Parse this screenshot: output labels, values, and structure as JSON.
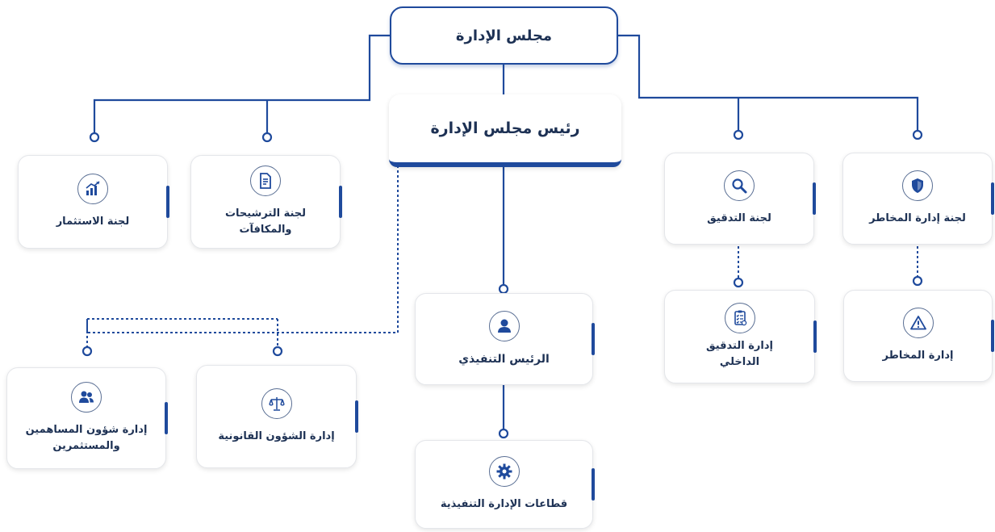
{
  "board": {
    "title": "مجلس الإدارة"
  },
  "chairman": {
    "title": "رئيس مجلس الإدارة"
  },
  "committees": {
    "investment": {
      "label": "لجنة الاستثمار",
      "icon": "chart-icon"
    },
    "nominations": {
      "label": "لجنة الترشيحات والمكافآت",
      "icon": "document-icon"
    },
    "audit": {
      "label": "لجنة التدقيق",
      "icon": "magnifier-icon"
    },
    "risk": {
      "label": "لجنة إدارة المخاطر",
      "icon": "shield-icon"
    }
  },
  "departments": {
    "ceo": {
      "label": "الرئيس التنفيذي",
      "icon": "person-icon"
    },
    "exec_sectors": {
      "label": "قطاعات الإدارة التنفيذية",
      "icon": "gear-icon"
    },
    "legal": {
      "label": "إدارة الشؤون القانونية",
      "icon": "scales-icon"
    },
    "shareholders": {
      "label_line1": "إدارة شؤون المساهمين",
      "label_line2": "والمستثمرين",
      "icon": "people-icon"
    },
    "internal_audit": {
      "label_line1": "إدارة التدقيق",
      "label_line2": "الداخلي",
      "icon": "checklist-icon"
    },
    "risk_mgmt": {
      "label": "إدارة المخاطر",
      "icon": "warning-icon"
    }
  },
  "colors": {
    "primary": "#1f4a9c",
    "text": "#1d3154",
    "icon": "#5a6f94",
    "card_border": "#e4e6ea"
  }
}
